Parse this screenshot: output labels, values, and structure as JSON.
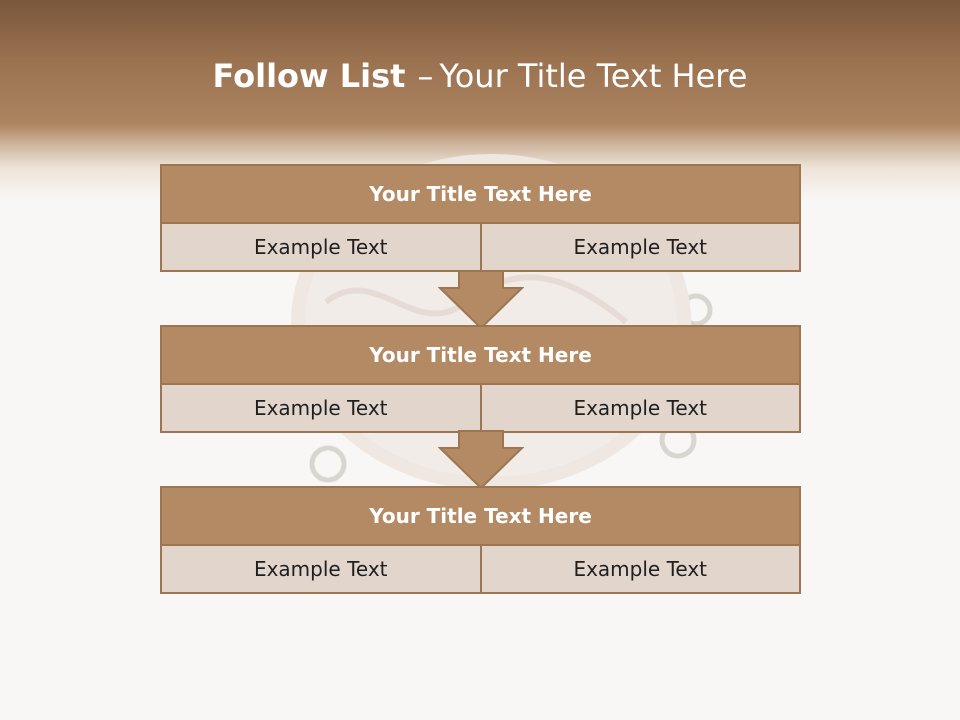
{
  "slide": {
    "title_bold": "Follow List",
    "title_separator": "–",
    "title_rest": "Your Title Text Here"
  },
  "blocks": [
    {
      "title": "Your Title Text Here",
      "left_text": "Example Text",
      "right_text": "Example Text"
    },
    {
      "title": "Your Title Text Here",
      "left_text": "Example Text",
      "right_text": "Example Text"
    },
    {
      "title": "Your Title Text Here",
      "left_text": "Example Text",
      "right_text": "Example Text"
    }
  ],
  "colors": {
    "header_brown": "#a87f5c",
    "block_title_fill": "#b48a64",
    "block_cell_fill": "#e2d5cc",
    "border": "#9d7651",
    "arrow_fill": "#b48a64"
  },
  "icons": {
    "watermark": "tambourine-icon",
    "connector": "arrow-down-icon"
  }
}
